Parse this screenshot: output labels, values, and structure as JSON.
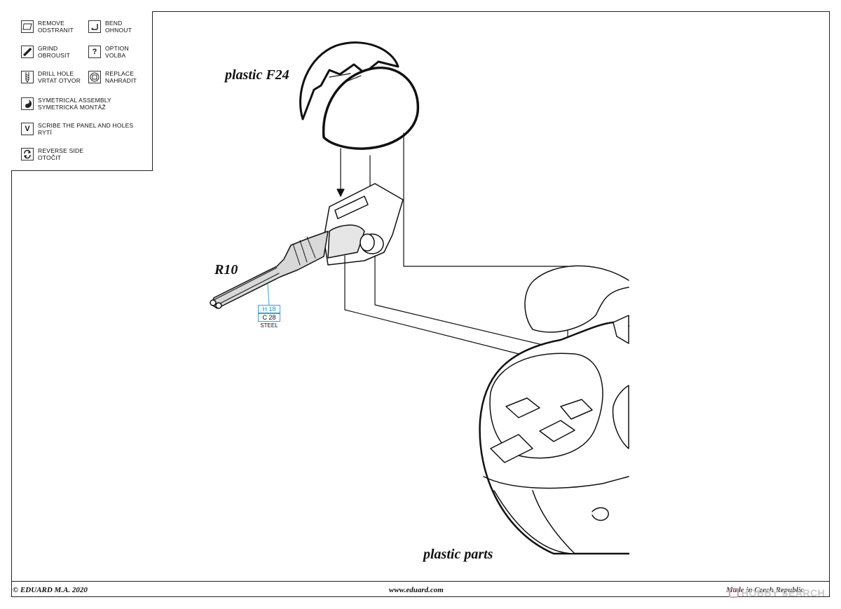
{
  "legend": {
    "items": [
      {
        "icon": "remove-icon",
        "line1": "REMOVE",
        "line2": "ODSTRANIT"
      },
      {
        "icon": "bend-icon",
        "line1": "BEND",
        "line2": "OHNOUT"
      },
      {
        "icon": "grind-icon",
        "line1": "GRIND",
        "line2": "OBROUSIT"
      },
      {
        "icon": "option-icon",
        "line1": "OPTION",
        "line2": "VOLBA",
        "glyph": "?"
      },
      {
        "icon": "drill-hole-icon",
        "line1": "DRILL HOLE",
        "line2": "VRTAT OTVOR"
      },
      {
        "icon": "replace-icon",
        "line1": "REPLACE",
        "line2": "NAHRADIT"
      },
      {
        "icon": "symmetrical-assembly-icon",
        "line1": "SYMETRICAL ASSEMBLY",
        "line2": "SYMETRICKÁ MONTÁŽ"
      },
      {
        "icon": "scribe-icon",
        "line1": "SCRIBE THE PANEL AND HOLES",
        "line2": "RYTÍ",
        "glyph": "V"
      },
      {
        "icon": "reverse-side-icon",
        "line1": "REVERSE SIDE",
        "line2": "OTOČIT"
      }
    ]
  },
  "labels": {
    "plastic_f24": "plastic F24",
    "r10": "R10",
    "plastic_parts": "plastic parts"
  },
  "part_tag": {
    "h": "H 18",
    "c": "C 28",
    "material": "STEEL"
  },
  "footer": {
    "copyright": "© EDUARD  M.A. 2020",
    "website": "www.eduard.com",
    "made_in": "Made in Czech Republic"
  },
  "watermark": "HOBBY SEARCH",
  "colors": {
    "ink": "#111111",
    "tag_blue": "#3aa0d0"
  }
}
